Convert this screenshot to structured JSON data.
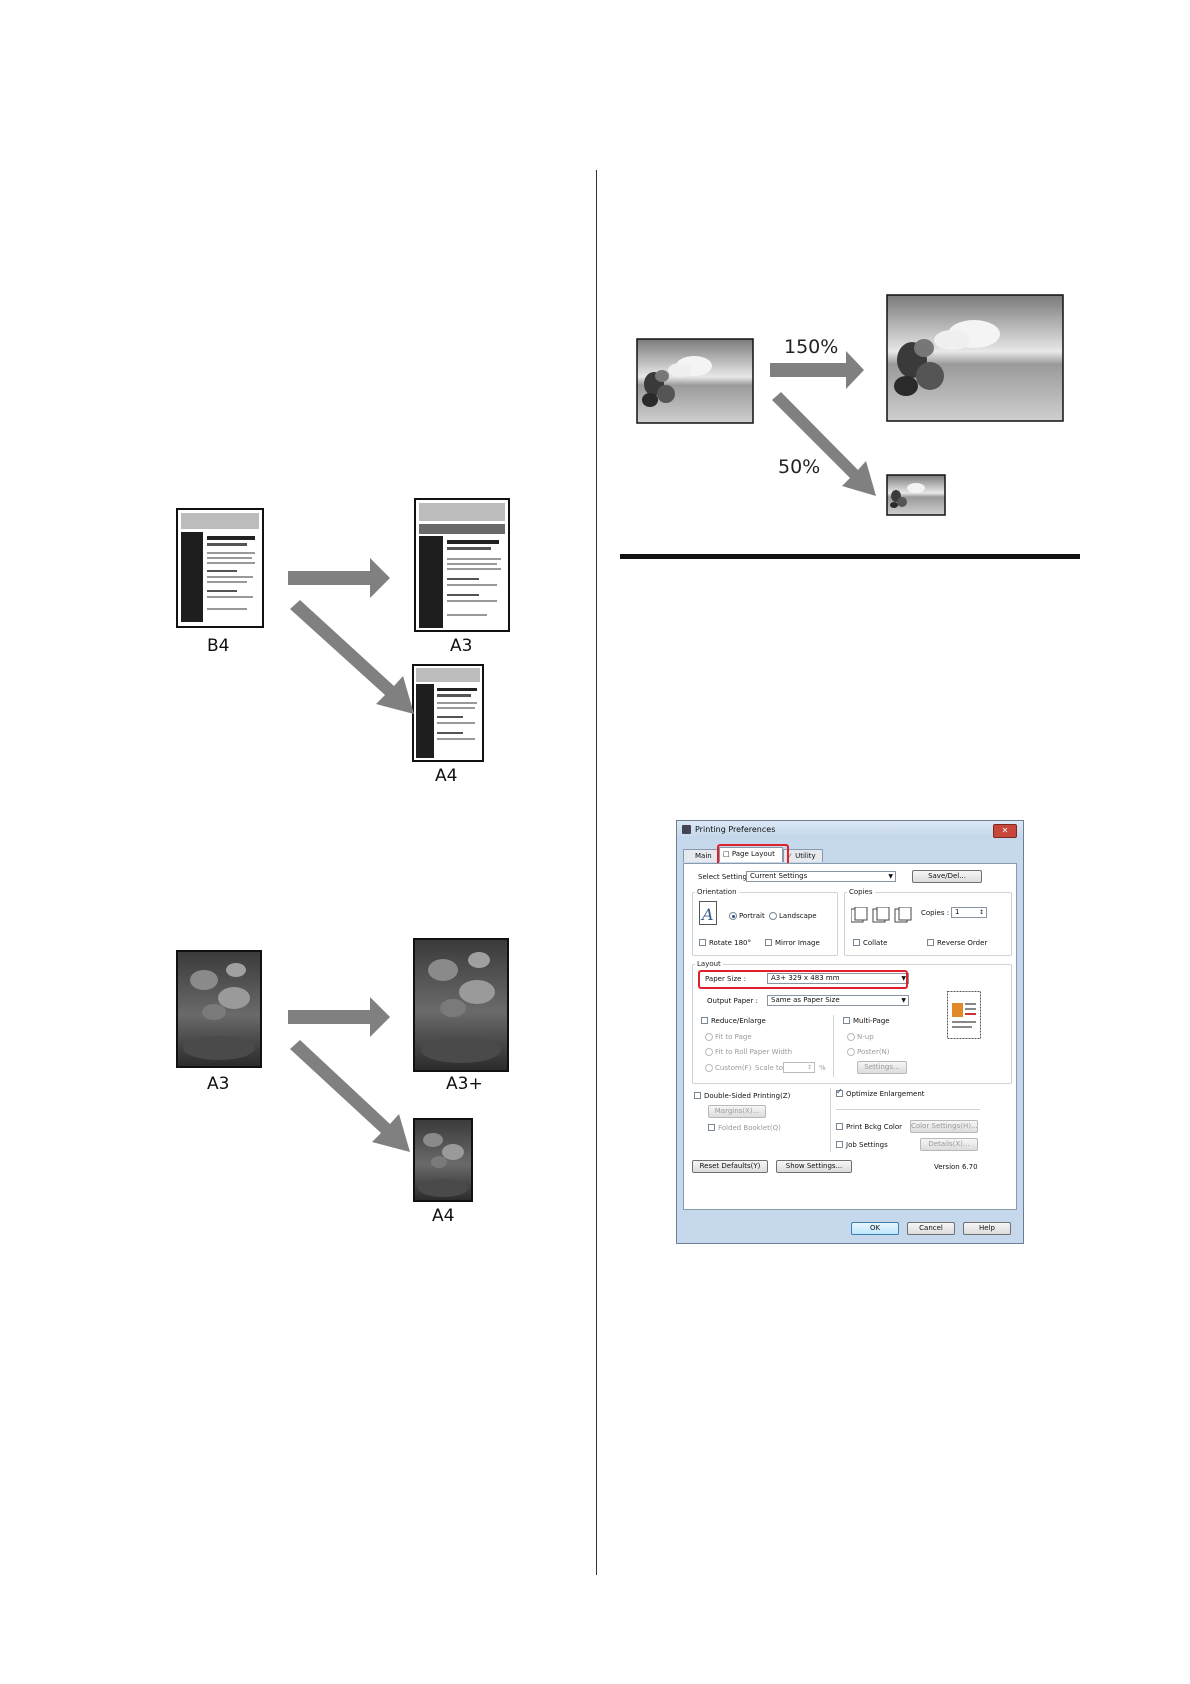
{
  "labels": {
    "b4": "B4",
    "a3_top": "A3",
    "a4_top": "A4",
    "a3_bottom": "A3",
    "a3plus": "A3+",
    "a4_bottom": "A4"
  },
  "scaling": {
    "enlarge": "150%",
    "reduce": "50%"
  },
  "dialog": {
    "title": "Printing Preferences",
    "close": "✕",
    "tabs": {
      "main": "Main",
      "page_layout": "Page Layout",
      "utility": "Utility"
    },
    "select_setting_label": "Select Setting :",
    "select_setting_value": "Current Settings",
    "save_del": "Save/Del...",
    "orientation": {
      "title": "Orientation",
      "portrait": "Portrait",
      "landscape": "Landscape",
      "rotate": "Rotate 180°",
      "mirror": "Mirror Image"
    },
    "copies": {
      "title": "Copies",
      "label": "Copies :",
      "value": "1",
      "collate": "Collate",
      "reverse": "Reverse Order"
    },
    "layout": {
      "title": "Layout",
      "paper_size_label": "Paper Size :",
      "paper_size_value": "A3+ 329 x 483 mm",
      "output_paper_label": "Output Paper :",
      "output_paper_value": "Same as Paper Size",
      "reduce_enlarge": "Reduce/Enlarge",
      "fit_to_page": "Fit to Page",
      "fit_roll": "Fit to Roll Paper Width",
      "custom": "Custom(F)",
      "scale_to": "Scale to",
      "percent": "%",
      "multi_page": "Multi-Page",
      "n_up": "N-up",
      "poster": "Poster(N)",
      "settings": "Settings..."
    },
    "double_sided": "Double-Sided Printing(Z)",
    "margins": "Margins(X)...",
    "folded_booklet": "Folded Booklet(Q)",
    "optimize": "Optimize Enlargement",
    "print_bckg": "Print Bckg Color",
    "color_settings": "Color Settings(H)...",
    "job_settings": "Job Settings",
    "details": "Details(X)...",
    "reset_defaults": "Reset Defaults(Y)",
    "show_settings": "Show Settings...",
    "version": "Version 6.70",
    "ok": "OK",
    "cancel": "Cancel",
    "help": "Help"
  },
  "colors": {
    "highlight": "#e0202a",
    "arrow": "#808080"
  }
}
